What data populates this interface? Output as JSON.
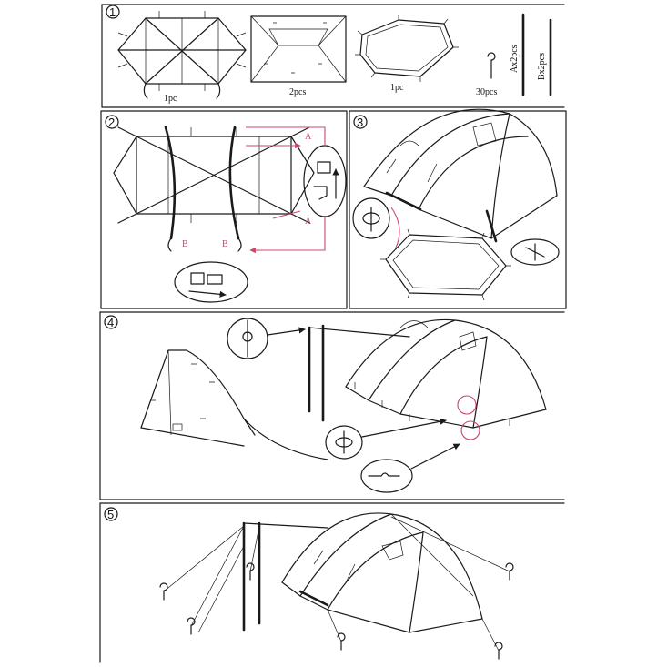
{
  "steps": [
    "1",
    "2",
    "3",
    "4",
    "5"
  ],
  "parts": {
    "tent_qty": "1pc",
    "wall_qty": "2pcs",
    "floor_qty": "1pc",
    "stake_qty": "30pcs",
    "pole_a_qty": "Ax2pcs",
    "pole_b_qty": "Bx2pcs"
  },
  "pole_labels": {
    "a": "A",
    "b": "B"
  },
  "colors": {
    "ink": "#1a1a1a",
    "accent": "#c8486a",
    "background": "#ffffff"
  }
}
